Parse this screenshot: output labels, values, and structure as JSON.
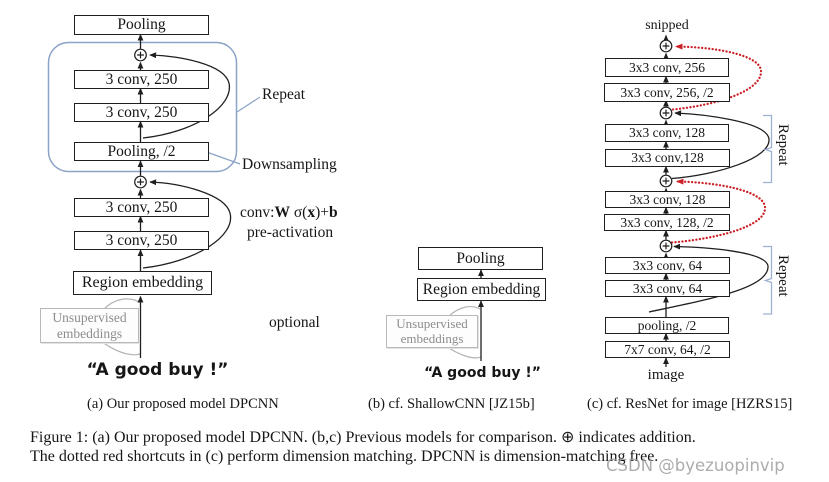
{
  "figure": {
    "caption_line1": "Figure 1:  (a) Our proposed model DPCNN. (b,c) Previous models for comparison.  ⊕ indicates addition.",
    "caption_line2": "The dotted red shortcuts in (c) perform dimension matching. DPCNN is dimension-matching free.",
    "watermark": "CSDN @byezuopinvip"
  },
  "panel_a": {
    "caption": "(a)  Our proposed model DPCNN",
    "boxes": {
      "pooling_top": "Pooling",
      "conv_repeat_1": "3 conv, 250",
      "conv_repeat_2": "3 conv, 250",
      "pooling_half": "Pooling, /2",
      "conv_1": "3 conv, 250",
      "conv_2": "3 conv, 250",
      "region_embedding": "Region embedding"
    },
    "unsupervised_line1": "Unsupervised",
    "unsupervised_line2": "embeddings",
    "input_text": "“A good buy !”",
    "label_repeat": "Repeat",
    "label_downsampling": "Downsampling",
    "formula": {
      "p1": "conv:",
      "p2": "W",
      "p3": " σ(",
      "p4": "x",
      "p5": ")+",
      "p6": "b"
    },
    "label_preactivation": "pre-activation",
    "label_optional": "optional"
  },
  "panel_b": {
    "caption": "(b)  cf. ShallowCNN [JZ15b]",
    "boxes": {
      "pooling": "Pooling",
      "region_embedding": "Region embedding"
    },
    "unsupervised_line1": "Unsupervised",
    "unsupervised_line2": "embeddings",
    "input_text": "“A good buy !”"
  },
  "panel_c": {
    "caption": "(c)  cf. ResNet for image [HZRS15]",
    "top_label": "snipped",
    "bottom_label": "image",
    "boxes": {
      "conv256_top": "3x3 conv, 256",
      "conv256_half": "3x3 conv, 256, /2",
      "conv128_r1": "3x3 conv, 128",
      "conv128_r2": "3x3 conv,128",
      "conv128_top": "3x3 conv, 128",
      "conv128_half": "3x3 conv, 128, /2",
      "conv64_r1": "3x3 conv, 64",
      "conv64_r2": "3x3 conv, 64",
      "pooling_half": "pooling, /2",
      "conv7x7": "7x7 conv, 64, /2"
    },
    "label_repeat_upper": "Repeat",
    "label_repeat_lower": "Repeat"
  },
  "colors": {
    "accent_blue": "#8ba3c7",
    "bracket_blue": "#9db1d4",
    "shortcut_red": "#cc2027",
    "box_border": "#1f1f1f",
    "muted_gray": "#8d8d8d"
  }
}
